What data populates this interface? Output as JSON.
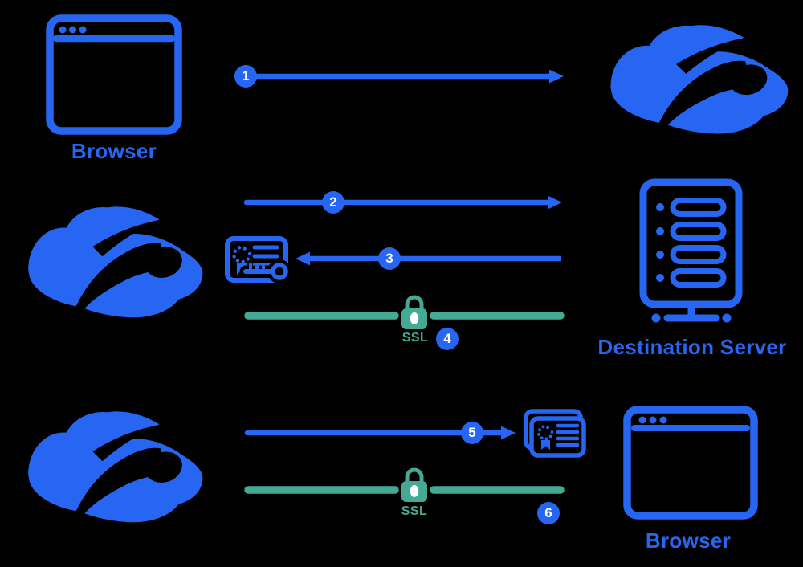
{
  "colors": {
    "primary_blue": "#2666F2",
    "ssl_teal": "#45AA93",
    "background": "#000000",
    "badge_number_color": "#FFFFFF"
  },
  "nodes": {
    "browser_top": {
      "label": "Browser",
      "icon": "browser-window-icon"
    },
    "zscaler_cloud_top": {
      "icon": "zscaler-cloud-icon"
    },
    "zscaler_cloud_middle": {
      "icon": "zscaler-cloud-icon"
    },
    "zscaler_cloud_bottom": {
      "icon": "zscaler-cloud-icon"
    },
    "destination_server": {
      "label": "Destination Server",
      "icon": "server-rack-icon"
    },
    "browser_bottom": {
      "label": "Browser",
      "icon": "browser-window-icon"
    }
  },
  "badges": [
    {
      "number": "1"
    },
    {
      "number": "2"
    },
    {
      "number": "3"
    },
    {
      "number": "4"
    },
    {
      "number": "5"
    },
    {
      "number": "6"
    }
  ],
  "ssl_links": [
    {
      "label": "SSL",
      "icon": "padlock-icon"
    },
    {
      "label": "SSL",
      "icon": "padlock-icon"
    }
  ],
  "misc_icons": {
    "certificate_key": "certificate-with-key-icon",
    "certificate_stack": "certificate-stack-icon"
  }
}
